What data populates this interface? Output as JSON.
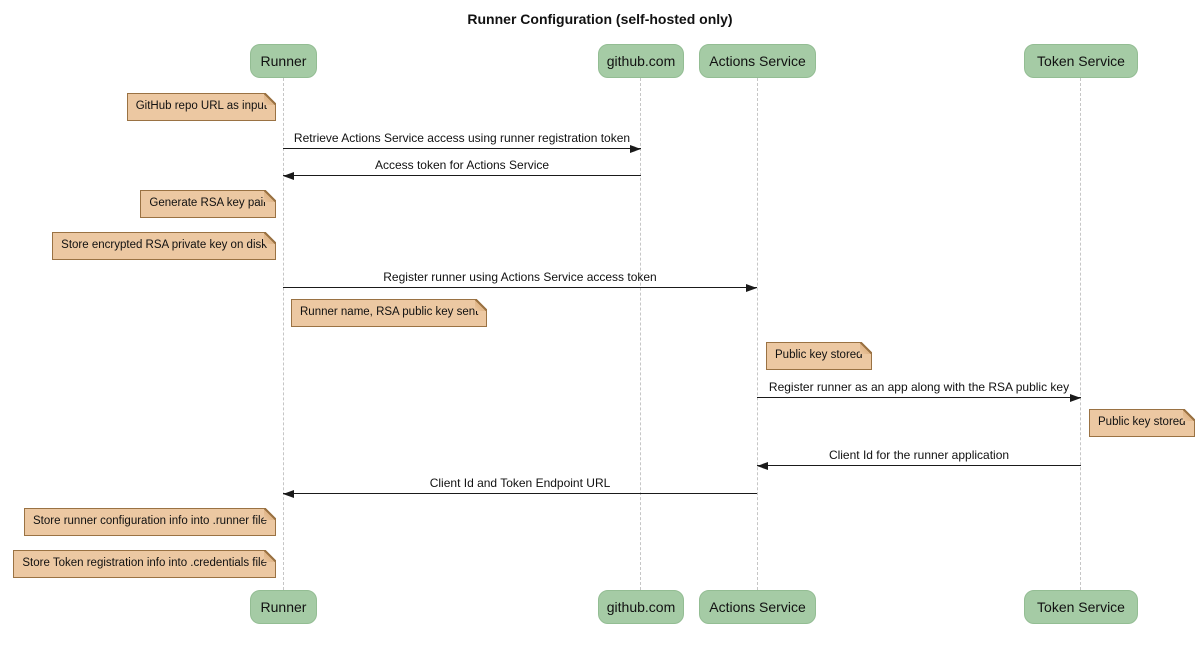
{
  "title": "Runner Configuration (self-hosted only)",
  "diagram_type": "sequence-diagram",
  "participants": [
    {
      "id": "runner",
      "label": "Runner"
    },
    {
      "id": "github",
      "label": "github.com"
    },
    {
      "id": "actions-service",
      "label": "Actions Service"
    },
    {
      "id": "token-service",
      "label": "Token Service"
    }
  ],
  "messages": [
    {
      "from": "Runner",
      "to": "github.com",
      "label": "Retrieve Actions Service access using runner registration token"
    },
    {
      "from": "github.com",
      "to": "Runner",
      "label": "Access token for Actions Service"
    },
    {
      "from": "Runner",
      "to": "Actions Service",
      "label": "Register runner using Actions Service access token"
    },
    {
      "from": "Actions Service",
      "to": "Token Service",
      "label": "Register runner as an app along with the RSA public key"
    },
    {
      "from": "Token Service",
      "to": "Actions Service",
      "label": "Client Id for the runner application"
    },
    {
      "from": "Actions Service",
      "to": "Runner",
      "label": "Client Id and Token Endpoint URL"
    }
  ],
  "notes": [
    {
      "text": "GitHub repo URL as input",
      "anchor": "Runner",
      "side": "left"
    },
    {
      "text": "Generate RSA key pair",
      "anchor": "Runner",
      "side": "left"
    },
    {
      "text": "Store encrypted RSA private key on disk",
      "anchor": "Runner",
      "side": "left"
    },
    {
      "text": "Runner name, RSA public key sent",
      "anchor": "Runner",
      "side": "right"
    },
    {
      "text": "Public key stored",
      "anchor": "Actions Service",
      "side": "right"
    },
    {
      "text": "Public key stored",
      "anchor": "Token Service",
      "side": "right"
    },
    {
      "text": "Store runner configuration info into .runner file",
      "anchor": "Runner",
      "side": "left"
    },
    {
      "text": "Store Token registration info into .credentials file",
      "anchor": "Runner",
      "side": "left"
    }
  ],
  "colors": {
    "participant_fill": "#a5cba5",
    "participant_border": "#93bd93",
    "note_fill": "#ecc8a2",
    "note_border": "#9a7243",
    "lifeline": "#c6c6c6",
    "arrow": "#1a1a1a",
    "background": "#ffffff"
  }
}
